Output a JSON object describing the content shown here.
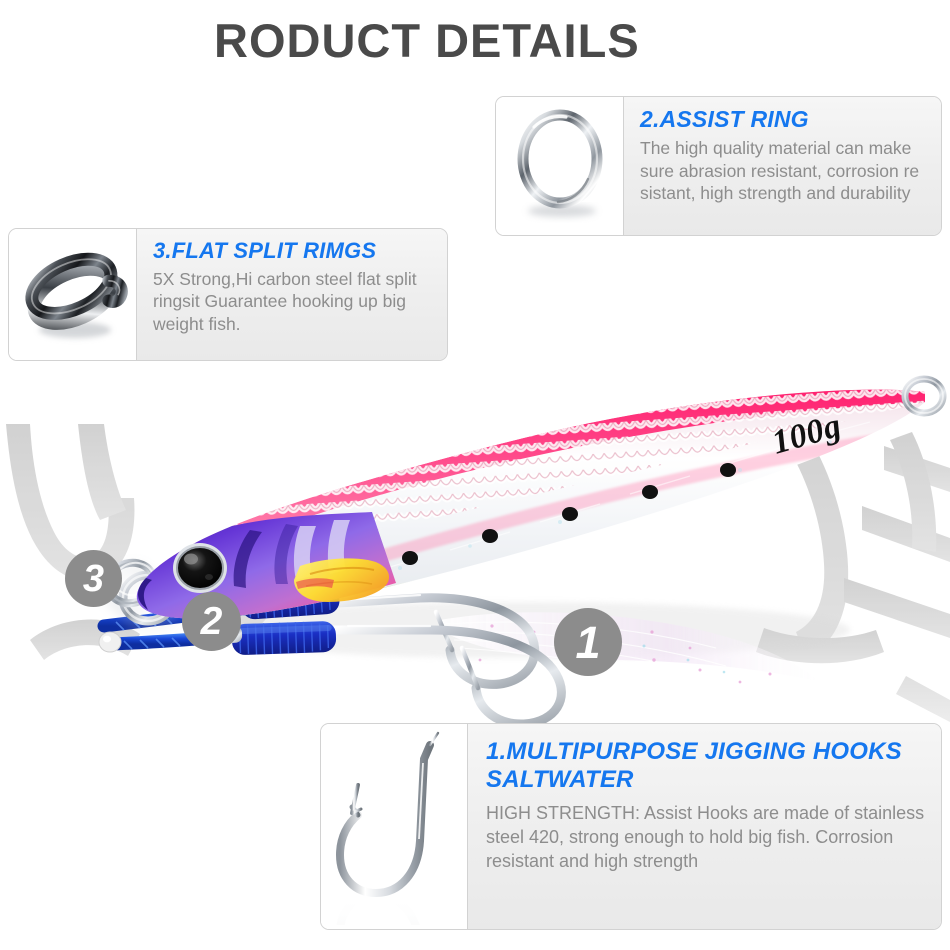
{
  "page": {
    "title": "RODUCT DETAILS",
    "title_color": "#4a4a4a",
    "background": "#ffffff",
    "accent_color": "#1577ef",
    "body_text_color": "#8d8d8d",
    "badge_color": "#8c8c8c"
  },
  "product": {
    "type": "metal jigging lure",
    "weight_label": "100g",
    "body_top_color": "#ff2d78",
    "body_belly_color": "#d9e6b8",
    "head_color": "#5b3fd0",
    "cord_color": "#1536c8",
    "hardware_color": "#c9ccd1"
  },
  "badges": [
    {
      "id": "badge-1",
      "label": "1",
      "refers_to": "1.MULTIPURPOSE JIGGING HOOKS SALTWATER"
    },
    {
      "id": "badge-2",
      "label": "2",
      "refers_to": "2.ASSIST RING"
    },
    {
      "id": "badge-3",
      "label": "3",
      "refers_to": "3.FLAT SPLIT RIMGS"
    }
  ],
  "cards": {
    "assist_ring": {
      "number": "2",
      "title": "2.ASSIST RING",
      "text": "The high quality material can make sure abrasion resistant, corrosion re sistant, high strength and durability",
      "icon": "solid-ring-icon"
    },
    "split_rings": {
      "number": "3",
      "title": "3.FLAT SPLIT RIMGS",
      "text": "5X Strong,Hi carbon steel flat split ringsit Guarantee hooking up big weight fish.",
      "icon": "flat-split-ring-icon"
    },
    "hooks": {
      "number": "1",
      "title": "1.MULTIPURPOSE JIGGING HOOKS SALTWATER",
      "text": "HIGH STRENGTH: Assist Hooks are made of stainless steel 420, strong enough to hold big fish. Corrosion resistant and high strength",
      "icon": "fishing-hook-icon"
    }
  }
}
